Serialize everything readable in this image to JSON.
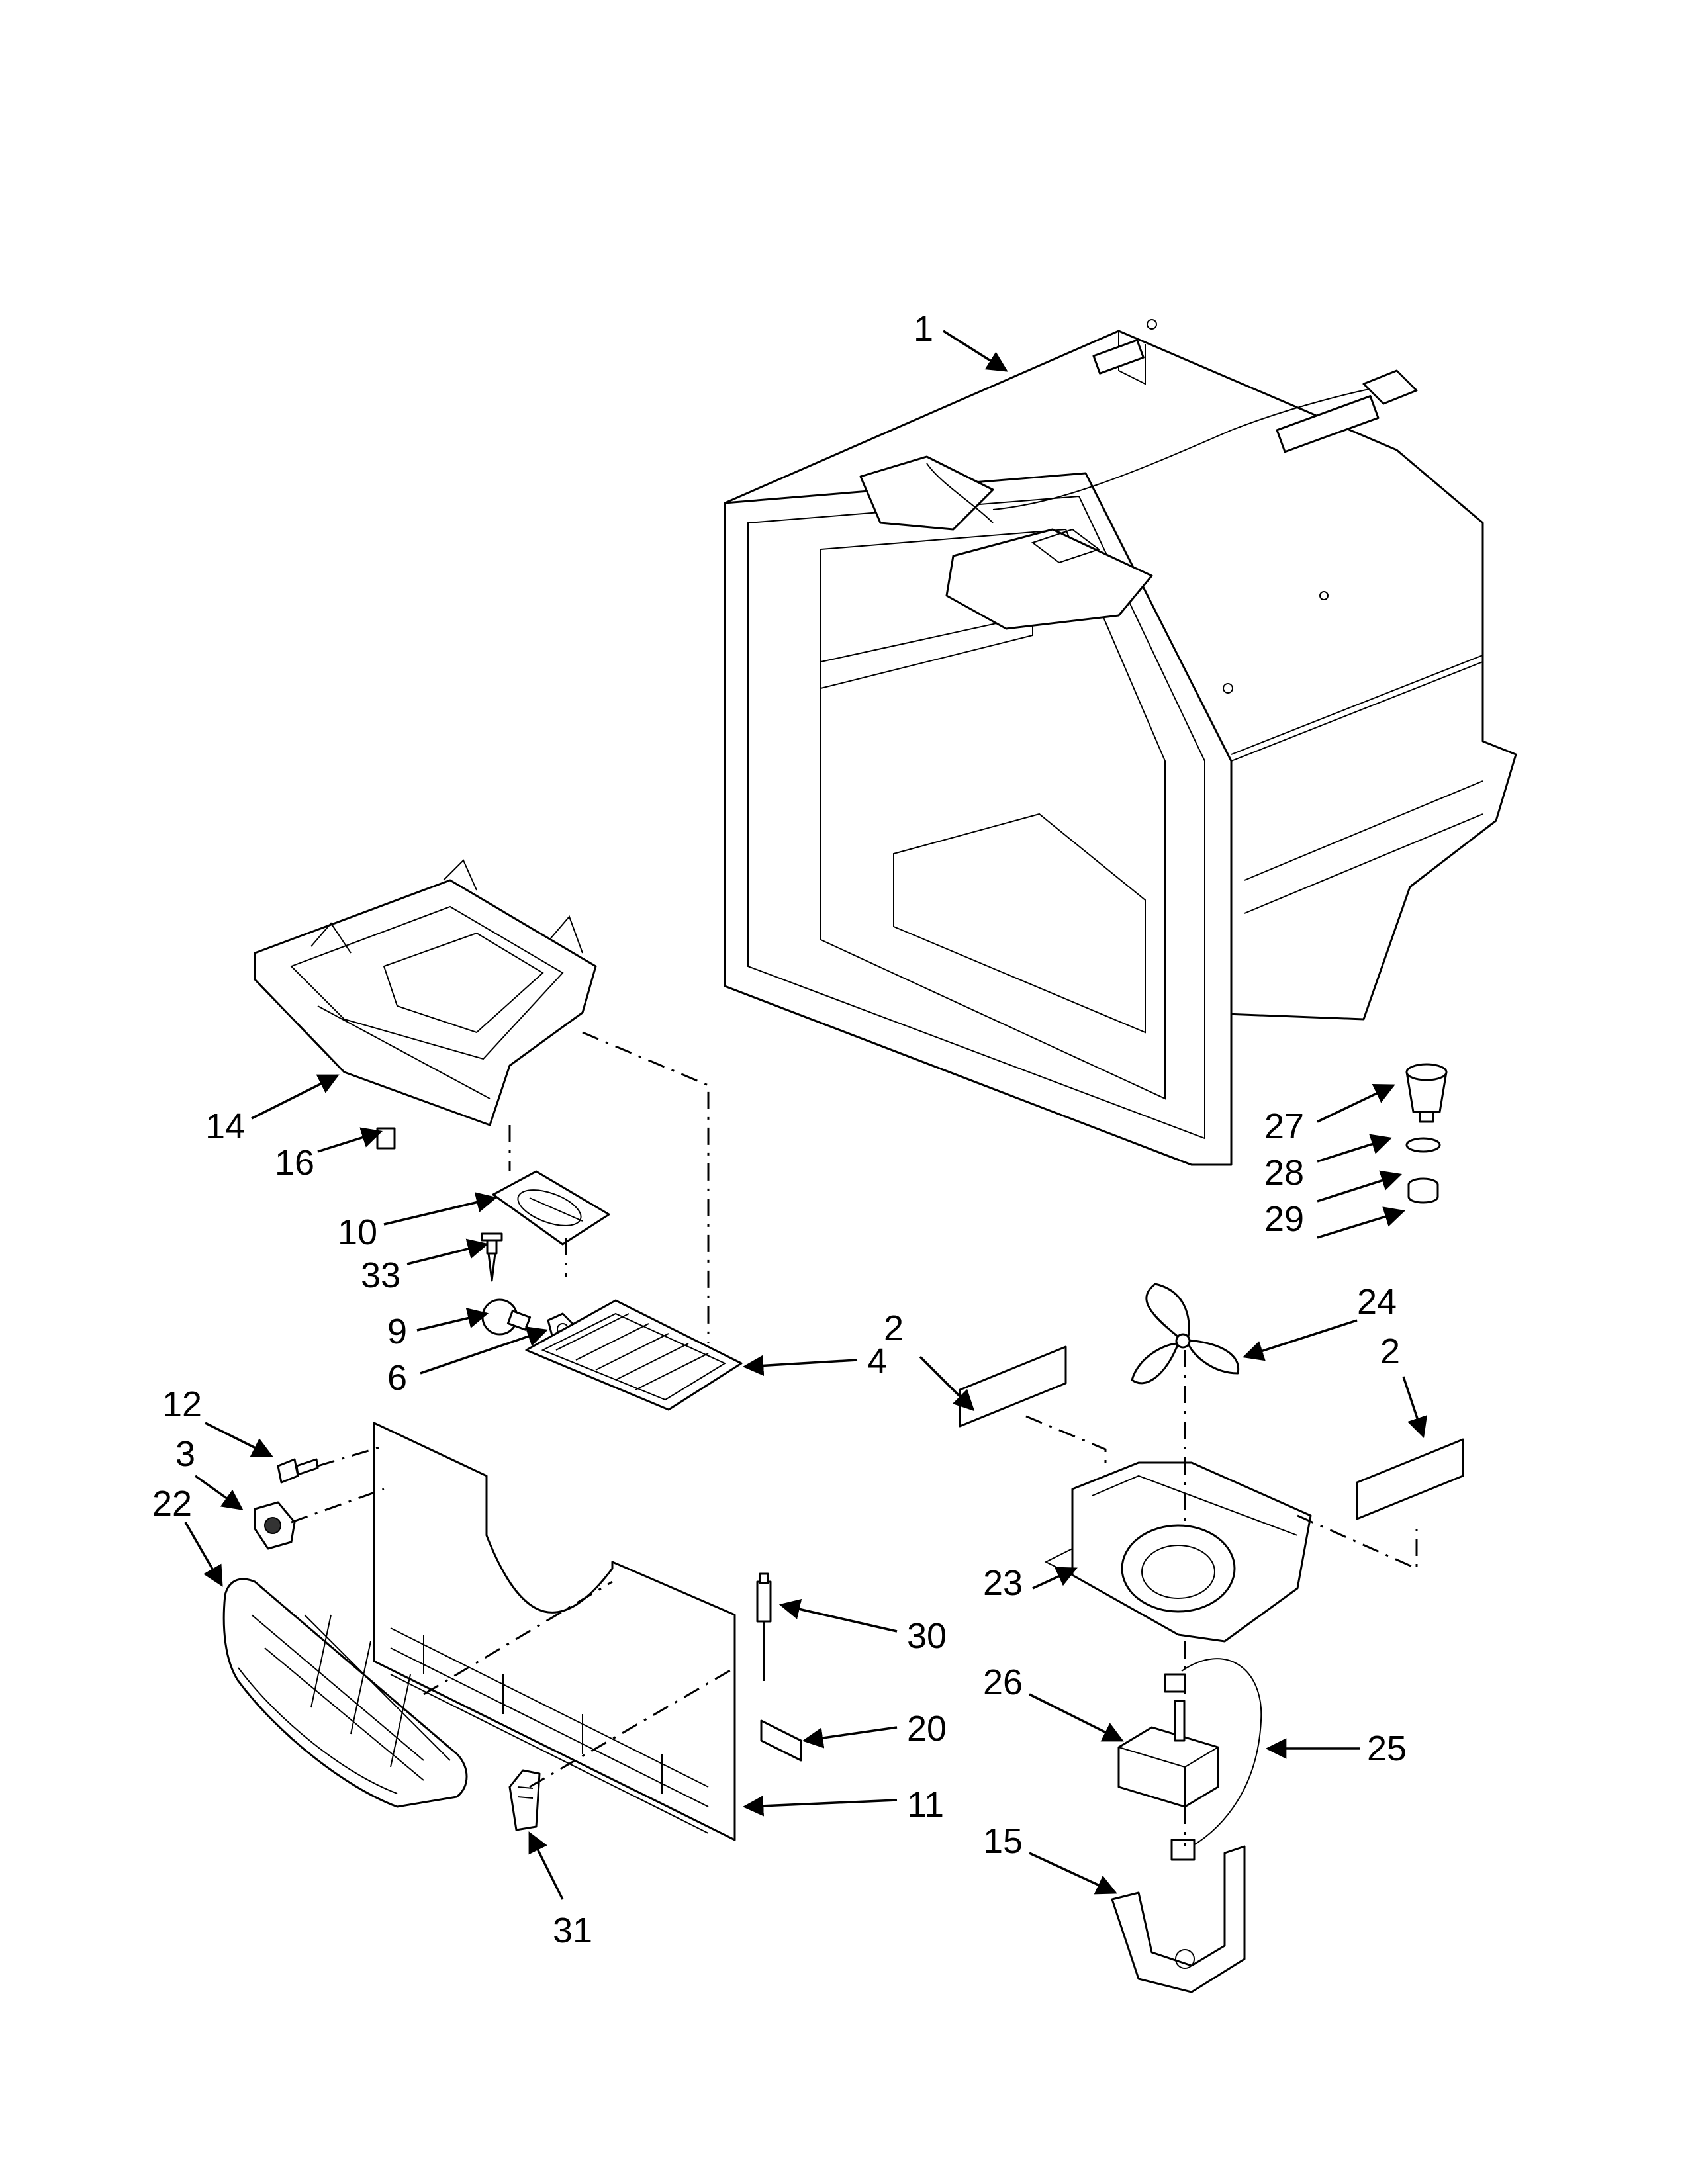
{
  "callouts": {
    "c1": "1",
    "c2a": "2",
    "c2b": "2",
    "c3": "3",
    "c4": "4",
    "c6": "6",
    "c9": "9",
    "c10": "10",
    "c11": "11",
    "c12": "12",
    "c14": "14",
    "c15": "15",
    "c16": "16",
    "c20": "20",
    "c22": "22",
    "c23": "23",
    "c24": "24",
    "c25": "25",
    "c26": "26",
    "c27": "27",
    "c28": "28",
    "c29": "29",
    "c30": "30",
    "c31": "31",
    "c33": "33"
  }
}
